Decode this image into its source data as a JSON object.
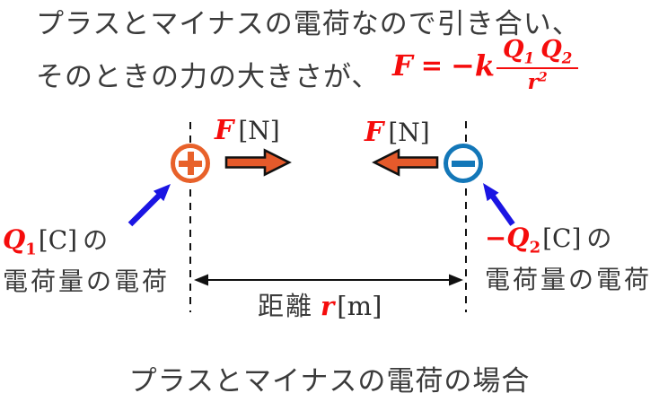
{
  "colors": {
    "orange": "#e8612a",
    "arrow_orange": "#e55a2b",
    "blue_circle": "#1377b8",
    "arrow_blue": "#1b15e3",
    "red": "#f50c0c",
    "text_dark": "#3b3b3b"
  },
  "header": {
    "line1": "プラスとマイナスの電荷なので引き合い、",
    "line2": "そのときの力の大きさが、",
    "formula": {
      "F": "F",
      "eq": "=",
      "minus_k": "−k",
      "Q1": "Q",
      "Q1_sub": "1",
      "Q2": "Q",
      "Q2_sub": "2",
      "r": "r",
      "r_sup": "2"
    }
  },
  "diagram": {
    "plus_symbol": "+",
    "minus_symbol": "−",
    "force_left": {
      "F": "F",
      "unit": "[N]"
    },
    "force_right": {
      "F": "F",
      "unit": "[N]"
    },
    "label_left": {
      "Q": "Q",
      "sub": "1",
      "bracket": "[C]",
      "particle": "の",
      "line2": "電荷量の電荷"
    },
    "label_right": {
      "Q": "−Q",
      "sub": "2",
      "bracket": "[C]",
      "particle": "の",
      "line2": "電荷量の電荷"
    },
    "distance": {
      "word": "距離",
      "r": "r",
      "unit": "[m]"
    }
  },
  "caption": "プラスとマイナスの電荷の場合"
}
